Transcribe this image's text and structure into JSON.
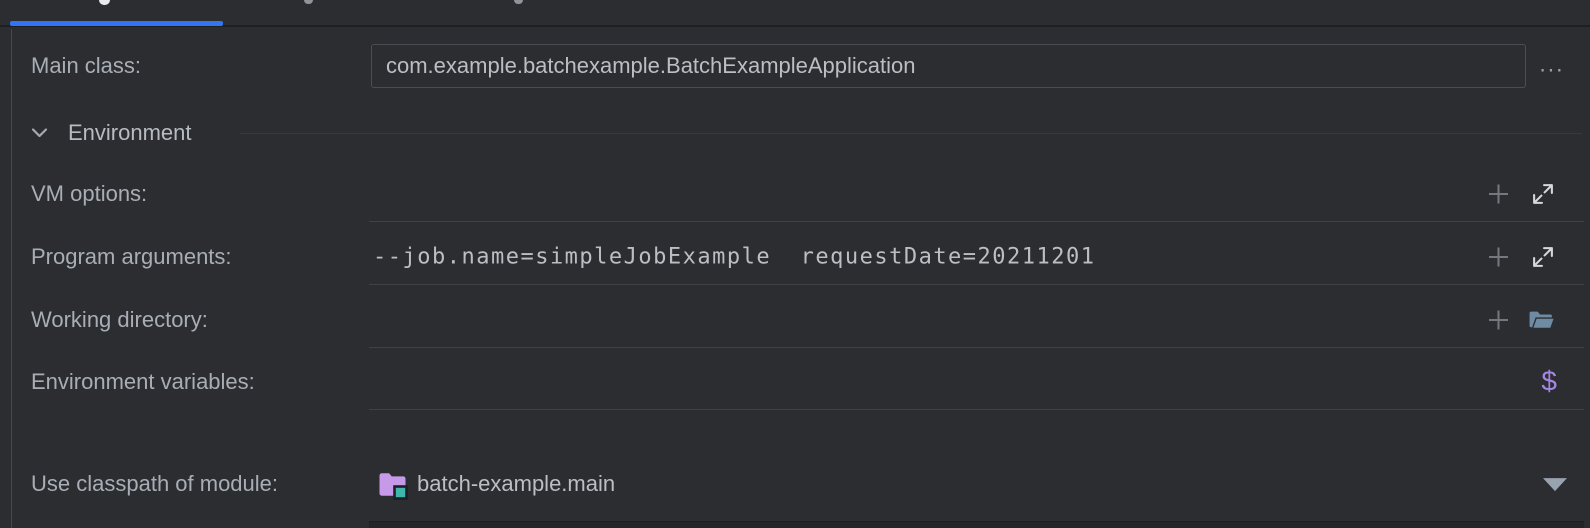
{
  "tab_bar": {
    "selected_indicator_color": "#3574F0"
  },
  "form": {
    "main_class": {
      "label": "Main class:",
      "value": "com.example.batchexample.BatchExampleApplication",
      "browse_glyph": "..."
    },
    "environment_section": {
      "title": "Environment"
    },
    "vm_options": {
      "label": "VM options:",
      "value": ""
    },
    "program_arguments": {
      "label": "Program arguments:",
      "value": "--job.name=simpleJobExample  requestDate=20211201"
    },
    "working_directory": {
      "label": "Working directory:",
      "value": ""
    },
    "environment_variables": {
      "label": "Environment variables:",
      "glyph": "$"
    },
    "classpath": {
      "label": "Use classpath of module:",
      "value": "batch-example.main"
    }
  },
  "colors": {
    "accent_blue": "#3574F0",
    "open_folder_icon": "#6E8BA3",
    "env_var_icon": "#A585E6",
    "module_folder_icon": "#C69AE8",
    "module_badge": "#3EB8AC",
    "panel_background": "#2B2D30"
  }
}
